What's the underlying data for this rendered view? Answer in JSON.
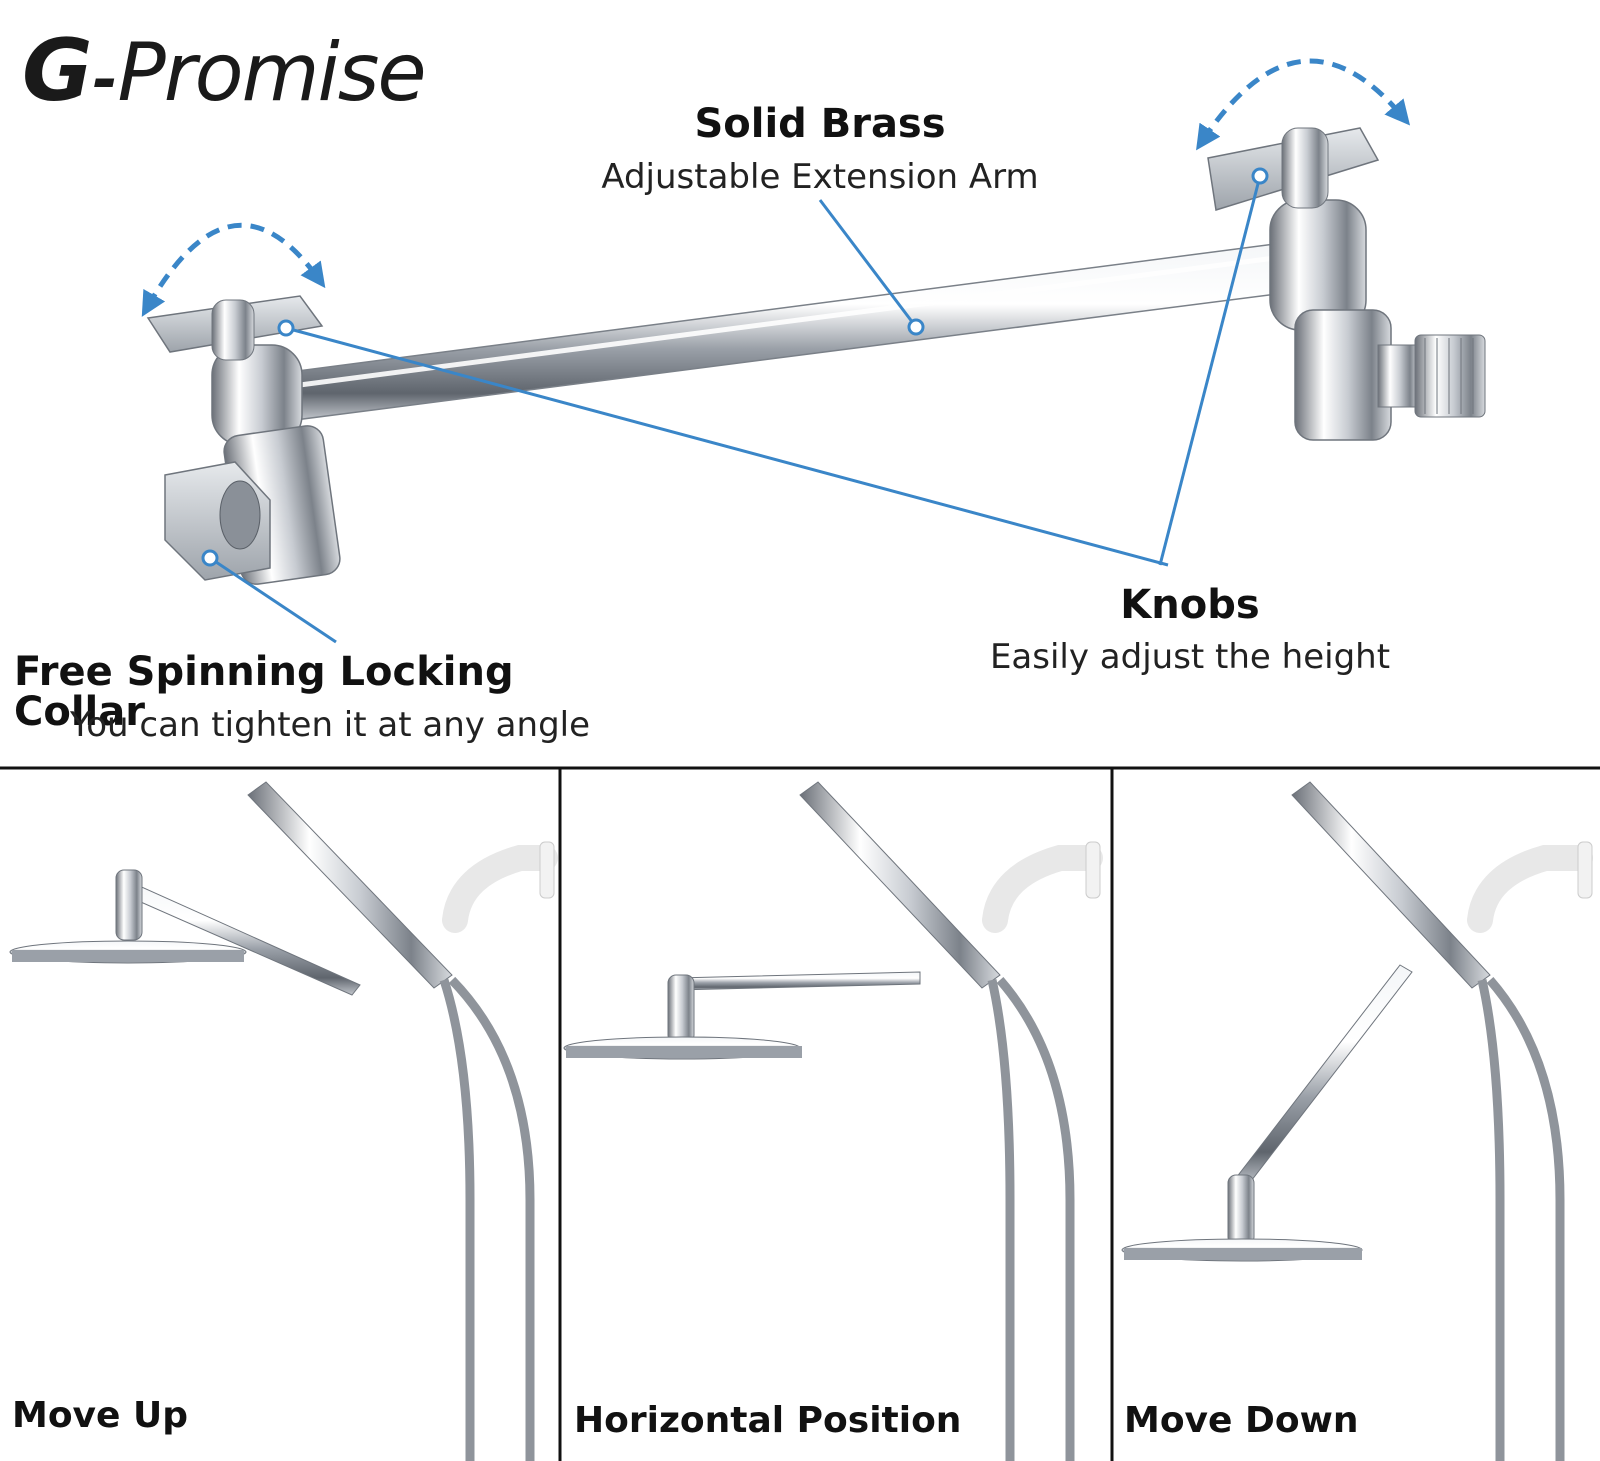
{
  "brand": {
    "letter": "G",
    "dash": "-",
    "name": "Promise"
  },
  "features": {
    "solid_brass": {
      "title": "Solid Brass",
      "subtitle": "Adjustable Extension Arm"
    },
    "knobs": {
      "title": "Knobs",
      "subtitle": "Easily adjust the height"
    },
    "collar": {
      "title": "Free Spinning Locking Collar",
      "subtitle": "You can tighten it at any angle"
    }
  },
  "panels": [
    {
      "label": "Move Up"
    },
    {
      "label": "Horizontal Position"
    },
    {
      "label": "Move Down"
    }
  ],
  "colors": {
    "accent": "#3a86c8",
    "divider": "#111111",
    "chrome": "#c9ccd1"
  },
  "icons": [
    "rotate-arrow-icon",
    "rotate-arrow-icon",
    "callout-dot-icon"
  ]
}
